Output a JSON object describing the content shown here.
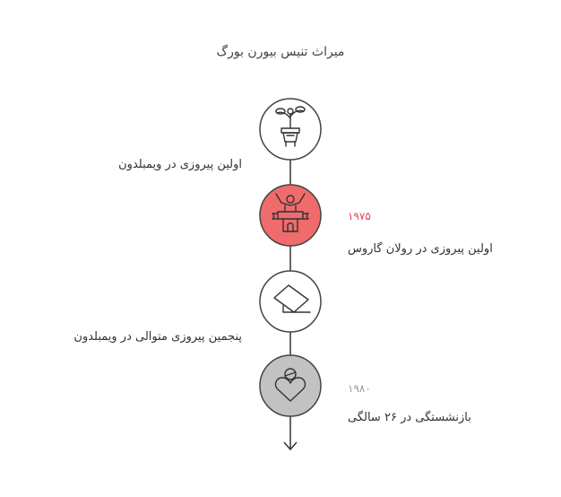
{
  "title": "میراث تنیس بیورن بورگ",
  "colors": {
    "line": "#333333",
    "node_border": "#444444",
    "highlight_fill": "#f06b6b",
    "highlight_year": "#e0474c",
    "grey_fill": "#c2c2c2",
    "grey_year": "#999999",
    "white_fill": "#ffffff"
  },
  "events": [
    {
      "icon": "potted-plant-icon",
      "label": "اولین پیروزی در ویمبلدون",
      "year": "",
      "side": "left",
      "style": "white"
    },
    {
      "icon": "champion-podium-icon",
      "label": "اولین پیروزی در رولان گاروس",
      "year": "۱۹۷۵",
      "side": "right",
      "style": "highlight"
    },
    {
      "icon": "eraser-icon",
      "label": "پنجمین پیروزی متوالی در ویمبلدون",
      "year": "",
      "side": "left",
      "style": "white"
    },
    {
      "icon": "person-heart-icon",
      "label": "بازنشستگی در ۲۶ سالگی",
      "year": "۱۹۸۰",
      "side": "right",
      "style": "grey"
    }
  ]
}
